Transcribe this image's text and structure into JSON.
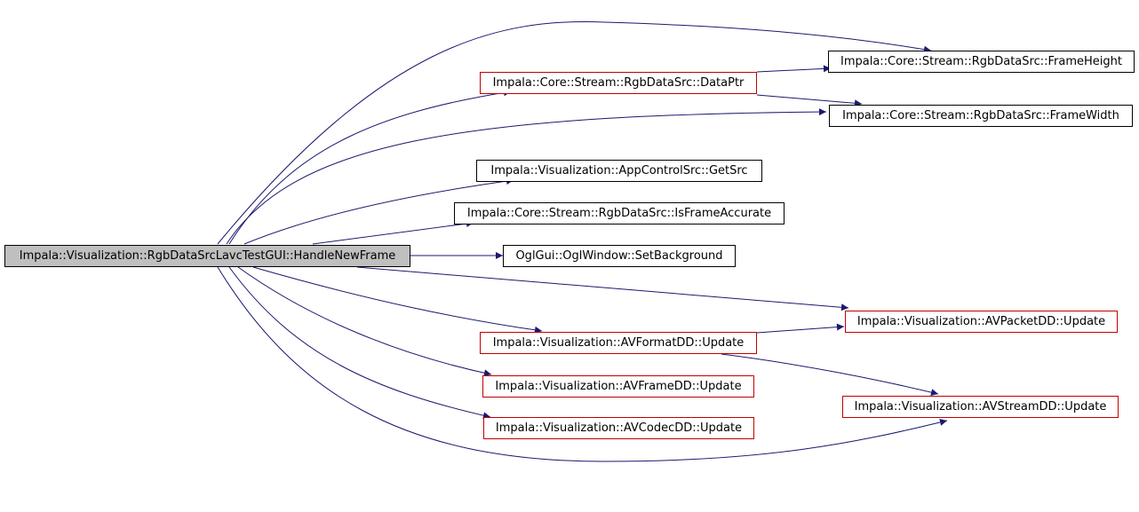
{
  "graph": {
    "edge_color": "#191970",
    "root": {
      "label": "Impala::Visualization::RgbDataSrcLavcTestGUI::HandleNewFrame",
      "fill": "#bfbfbf"
    },
    "nodes": {
      "data_ptr": {
        "label": "Impala::Core::Stream::RgbDataSrc::DataPtr",
        "border": "red"
      },
      "frame_height": {
        "label": "Impala::Core::Stream::RgbDataSrc::FrameHeight",
        "border": "black"
      },
      "frame_width": {
        "label": "Impala::Core::Stream::RgbDataSrc::FrameWidth",
        "border": "black"
      },
      "get_src": {
        "label": "Impala::Visualization::AppControlSrc::GetSrc",
        "border": "black"
      },
      "is_frame_accurate": {
        "label": "Impala::Core::Stream::RgbDataSrc::IsFrameAccurate",
        "border": "black"
      },
      "set_background": {
        "label": "OglGui::OglWindow::SetBackground",
        "border": "black"
      },
      "avpacket_update": {
        "label": "Impala::Visualization::AVPacketDD::Update",
        "border": "red"
      },
      "avformat_update": {
        "label": "Impala::Visualization::AVFormatDD::Update",
        "border": "red"
      },
      "avframe_update": {
        "label": "Impala::Visualization::AVFrameDD::Update",
        "border": "red"
      },
      "avstream_update": {
        "label": "Impala::Visualization::AVStreamDD::Update",
        "border": "red"
      },
      "avcodec_update": {
        "label": "Impala::Visualization::AVCodecDD::Update",
        "border": "red"
      }
    }
  }
}
